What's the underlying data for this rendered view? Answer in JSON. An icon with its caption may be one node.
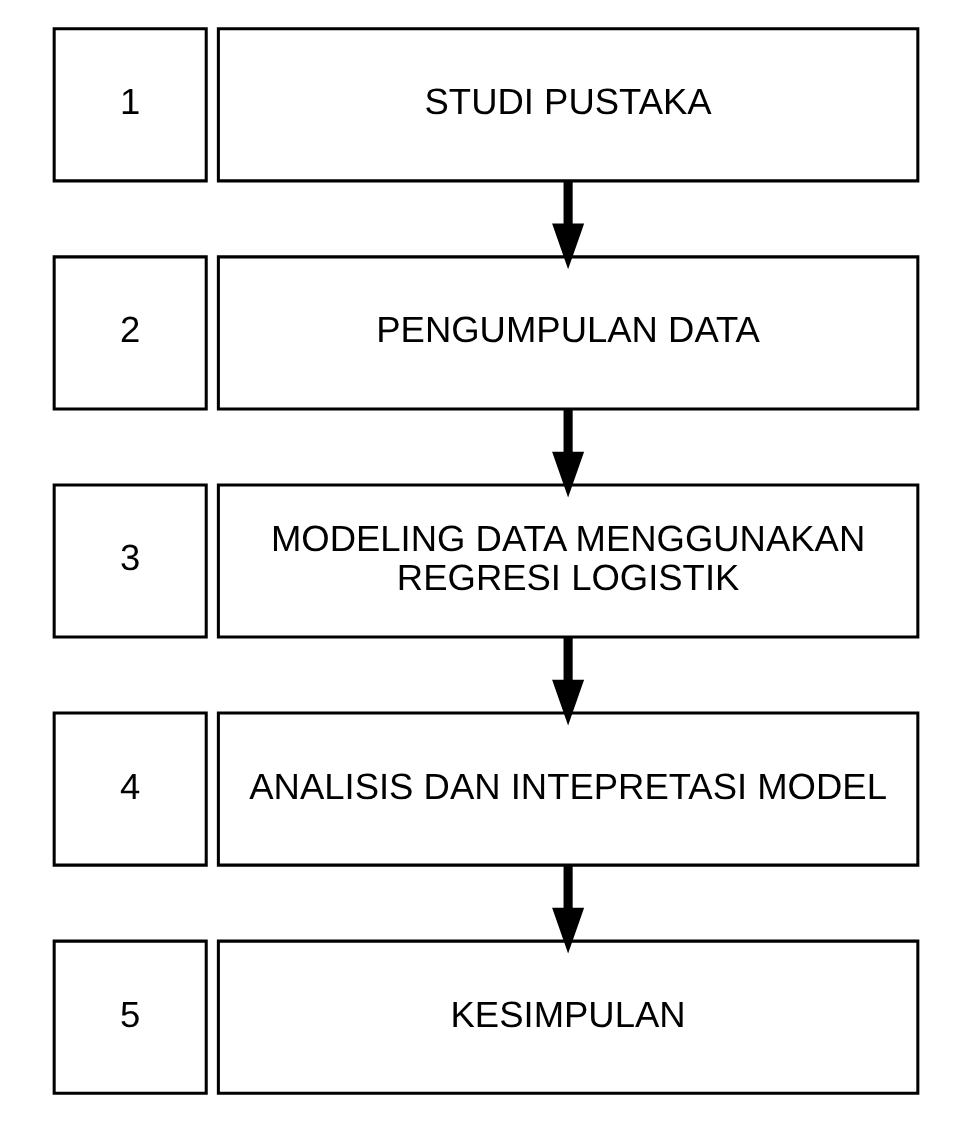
{
  "diagram": {
    "nodes": [
      {
        "text": [
          "1"
        ]
      },
      {
        "text": [
          "STUDI PUSTAKA"
        ]
      },
      {
        "text": [
          "2"
        ]
      },
      {
        "text": [
          "PENGUMPULAN DATA"
        ]
      },
      {
        "text": [
          "3"
        ]
      },
      {
        "text": [
          "MODELING DATA MENGGUNAKAN REGRESI LOGISTIK"
        ]
      },
      {
        "text": [
          "4"
        ]
      },
      {
        "text": [
          "ANALISIS DAN INTEPRETASI MODEL"
        ]
      },
      {
        "text": [
          "5"
        ]
      },
      {
        "text": [
          "KESIMPULAN"
        ]
      }
    ],
    "edges": [
      {
        "from": 1,
        "to": 3,
        "arrow": "to"
      },
      {
        "from": 3,
        "to": 5,
        "arrow": "to"
      },
      {
        "from": 5,
        "to": 7,
        "arrow": "to"
      },
      {
        "from": 7,
        "to": 9,
        "arrow": "to"
      }
    ]
  }
}
